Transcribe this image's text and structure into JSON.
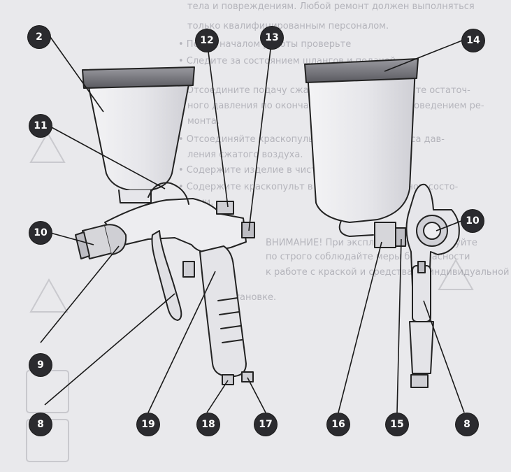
{
  "background_text": [
    "тела и повреждениям. Любой ремонт должен выполняться",
    "только квалифицированным персоналом.",
    "• Перед началом работы проверьте",
    "• Следите за состоянием шлангов и подачей",
    "• Отсоедините подачу сжатого воздуха и стравите остаточ-",
    "ного давления по окончании работы, перед проведением ре-",
    "монта.",
    "• Отсоединяйте краскопульт только после сброса дав-",
    "ления сжатого воздуха.",
    "• Содержите изделие в чистоте и порядке.",
    "• Содержите краскопульт в чистоте и в исправном состо-",
    "янии.",
    "ВНИМАНИЕ! При эксплуатации используйте",
    "по строго соблюдайте меры безопасности",
    "к работе с краской и средствами индивидуальной",
    "на установке."
  ],
  "callouts": {
    "n2": "2",
    "n12": "12",
    "n13": "13",
    "n14": "14",
    "n11": "11",
    "n10a": "10",
    "n10b": "10",
    "n9": "9",
    "n8a": "8",
    "n19": "19",
    "n18": "18",
    "n17": "17",
    "n16": "16",
    "n15": "15",
    "n8b": "8"
  }
}
